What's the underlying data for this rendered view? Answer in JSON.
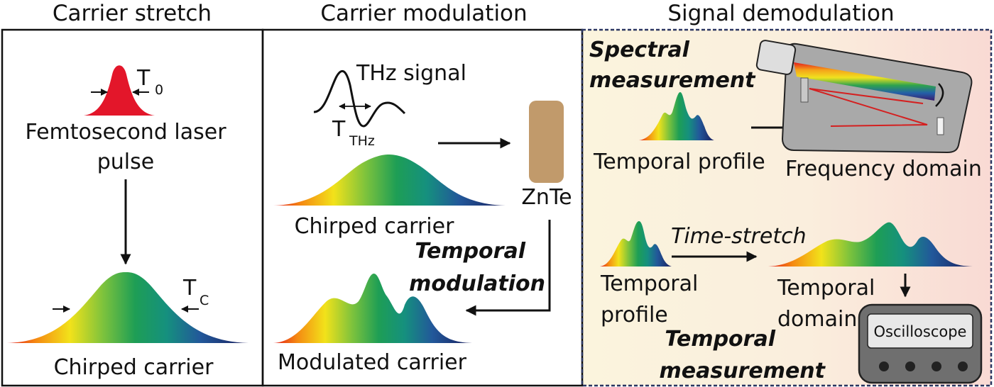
{
  "headers": {
    "carrier_stretch": "Carrier stretch",
    "carrier_modulation": "Carrier modulation",
    "signal_demodulation": "Signal demodulation"
  },
  "panel1": {
    "t0_main": "T",
    "t0_sub": "0",
    "femto_line1": "Femtosecond laser",
    "femto_line2": "pulse",
    "tc_main": "T",
    "tc_sub": "C",
    "chirped_label": "Chirped carrier"
  },
  "panel2": {
    "thz_label": "THz signal",
    "tthz_main": "T",
    "tthz_sub": "THz",
    "znte_label": "ZnTe",
    "chirped_label": "Chirped carrier",
    "temporal_line1": "Temporal",
    "temporal_line2": "modulation",
    "modulated_label": "Modulated carrier"
  },
  "panel3": {
    "spectral_line1": "Spectral",
    "spectral_line2": "measurement",
    "temporal_profile_label": "Temporal profile",
    "frequency_domain_label": "Frequency domain",
    "time_stretch_label": "Time-stretch",
    "profile_line1": "Temporal",
    "profile_line2": "profile",
    "domain_line1": "Temporal",
    "domain_line2": "domain",
    "oscilloscope_label": "Oscilloscope",
    "temporal_meas_line1": "Temporal",
    "temporal_meas_line2": "measurement"
  },
  "colors": {
    "pulse_red": "#e3162a",
    "znte_brown": "#c19a6b",
    "spectrometer_gray": "#a9a9a9",
    "beam_red": "#d42020",
    "panel_bg_left": "#fbf4dd",
    "panel_bg_right": "#f9dcd6"
  }
}
